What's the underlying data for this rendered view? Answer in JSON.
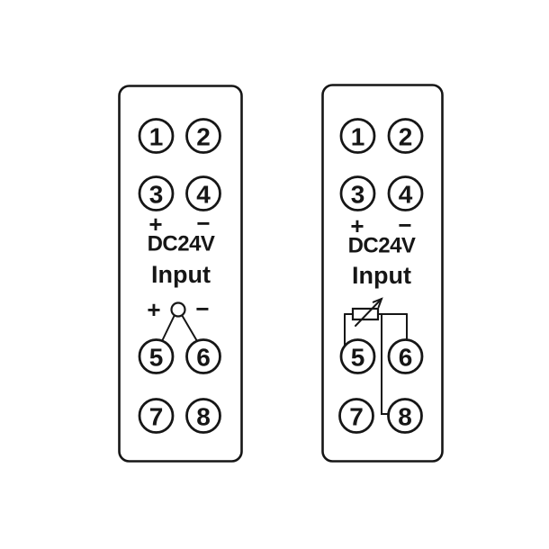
{
  "colors": {
    "background": "#ffffff",
    "line": "#161616"
  },
  "panels": [
    {
      "id": "left",
      "terminals": [
        "1",
        "2",
        "3",
        "4",
        "5",
        "6",
        "7",
        "8"
      ],
      "labels": {
        "supply_plus": "+",
        "supply_minus": "−",
        "supply": "DC24V",
        "input": "Input",
        "input_plus": "+",
        "input_minus": "−"
      },
      "icon": "input-source-node-icon"
    },
    {
      "id": "right",
      "terminals": [
        "1",
        "2",
        "3",
        "4",
        "5",
        "6",
        "7",
        "8"
      ],
      "labels": {
        "supply_plus": "+",
        "supply_minus": "−",
        "supply": "DC24V",
        "input": "Input"
      },
      "icon": "potentiometer-icon"
    }
  ]
}
